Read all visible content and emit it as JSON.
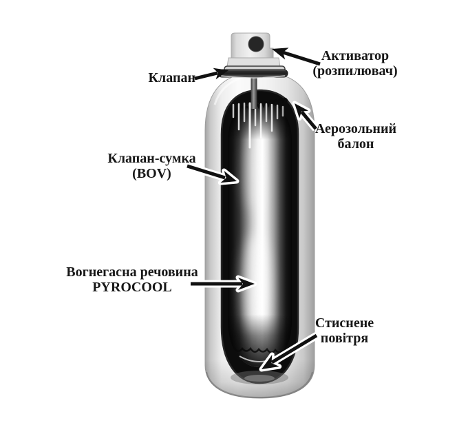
{
  "callouts": {
    "activator": {
      "lines": [
        "Активатор",
        "(розпилювач)"
      ]
    },
    "valve": {
      "lines": [
        "Клапан"
      ]
    },
    "balloon": {
      "lines": [
        "Аерозольний",
        "балон"
      ]
    },
    "bov": {
      "lines": [
        "Клапан-сумка",
        "(BOV)"
      ]
    },
    "agent": {
      "lines": [
        "Вогнегасна речовина",
        "PYROCOOL"
      ]
    },
    "air": {
      "lines": [
        "Стиснене",
        "повітря"
      ]
    }
  },
  "colors": {
    "background": "#ffffff",
    "label_text": "#171717",
    "arrow": "#111111",
    "arrow_outline": "#ffffff",
    "can_body_light": "#f4f4f4",
    "can_body_dark": "#9e9e9e",
    "cutaway_interior": "#0c0c0c",
    "bag_highlight": "#ffffff",
    "nozzle_orifice": "#262626"
  }
}
